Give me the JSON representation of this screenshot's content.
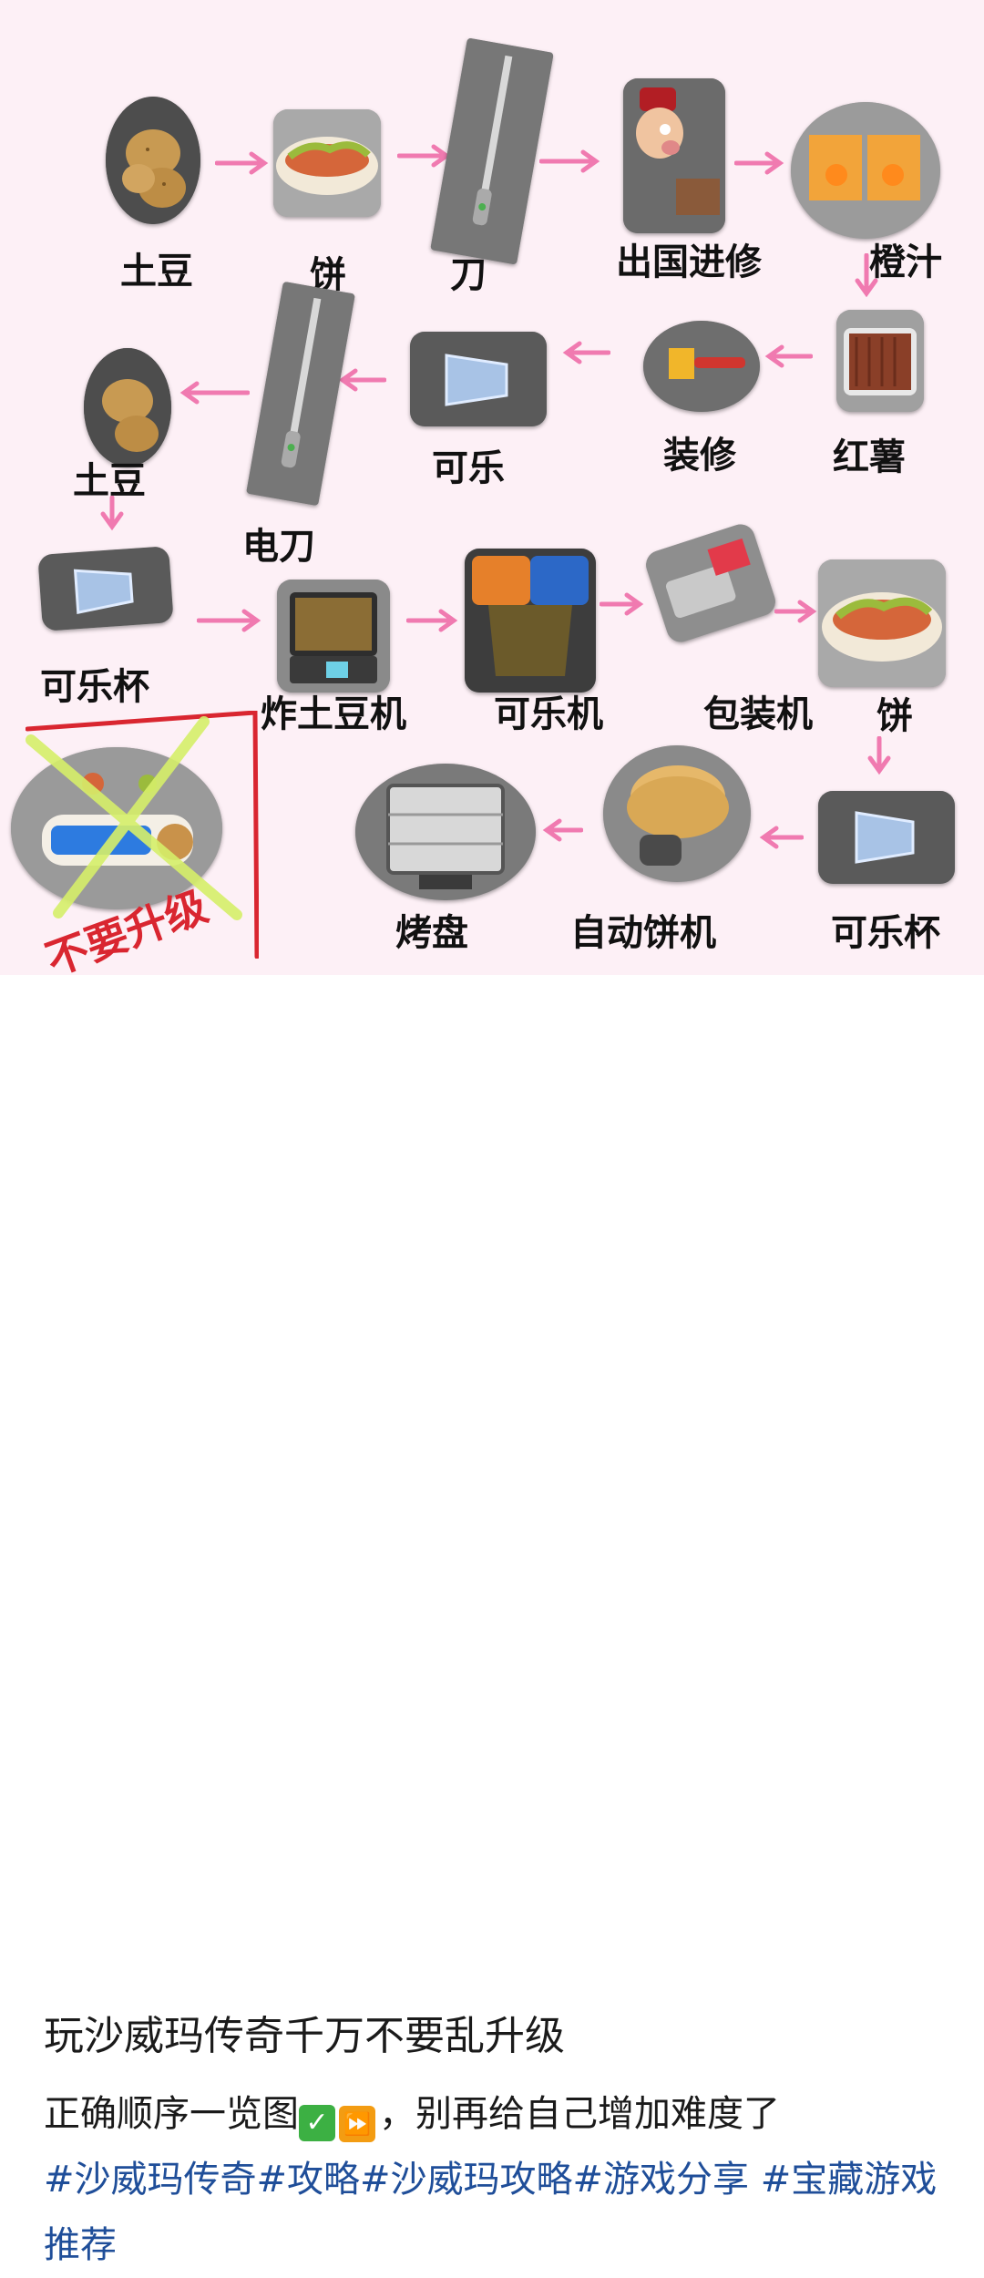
{
  "flow": {
    "row1": [
      "土豆",
      "饼",
      "刀",
      "出国进修",
      "橙汁"
    ],
    "row2": [
      "红薯",
      "装修",
      "可乐",
      "电刀",
      "土豆"
    ],
    "row3": [
      "可乐杯",
      "炸土豆机",
      "可乐机",
      "包装机",
      "饼"
    ],
    "row4": [
      "可乐杯",
      "自动饼机",
      "烤盘"
    ],
    "warning_label": "不要升级"
  },
  "post": {
    "title": "玩沙威玛传奇千万不要乱升级",
    "body_text": "正确顺序一览图",
    "body_text_after_emoji": "，别再给自己增加难度了",
    "emoji": [
      "check-mark-emoji",
      "fast-forward-emoji"
    ],
    "emoji_glyphs": [
      "✓",
      "⏩"
    ],
    "emoji_colors": [
      "#3cb043",
      "#f39c12"
    ],
    "tags": [
      "#沙威玛传奇",
      "#攻略",
      "#沙威玛攻略",
      "#游戏分享",
      "#宝藏游戏推荐"
    ]
  },
  "colors": {
    "background": "#fdf0f6",
    "arrow": "#f07ab0",
    "warning": "#d92630",
    "cross": "#d6ef6a",
    "hashtag": "#1f4e99"
  }
}
